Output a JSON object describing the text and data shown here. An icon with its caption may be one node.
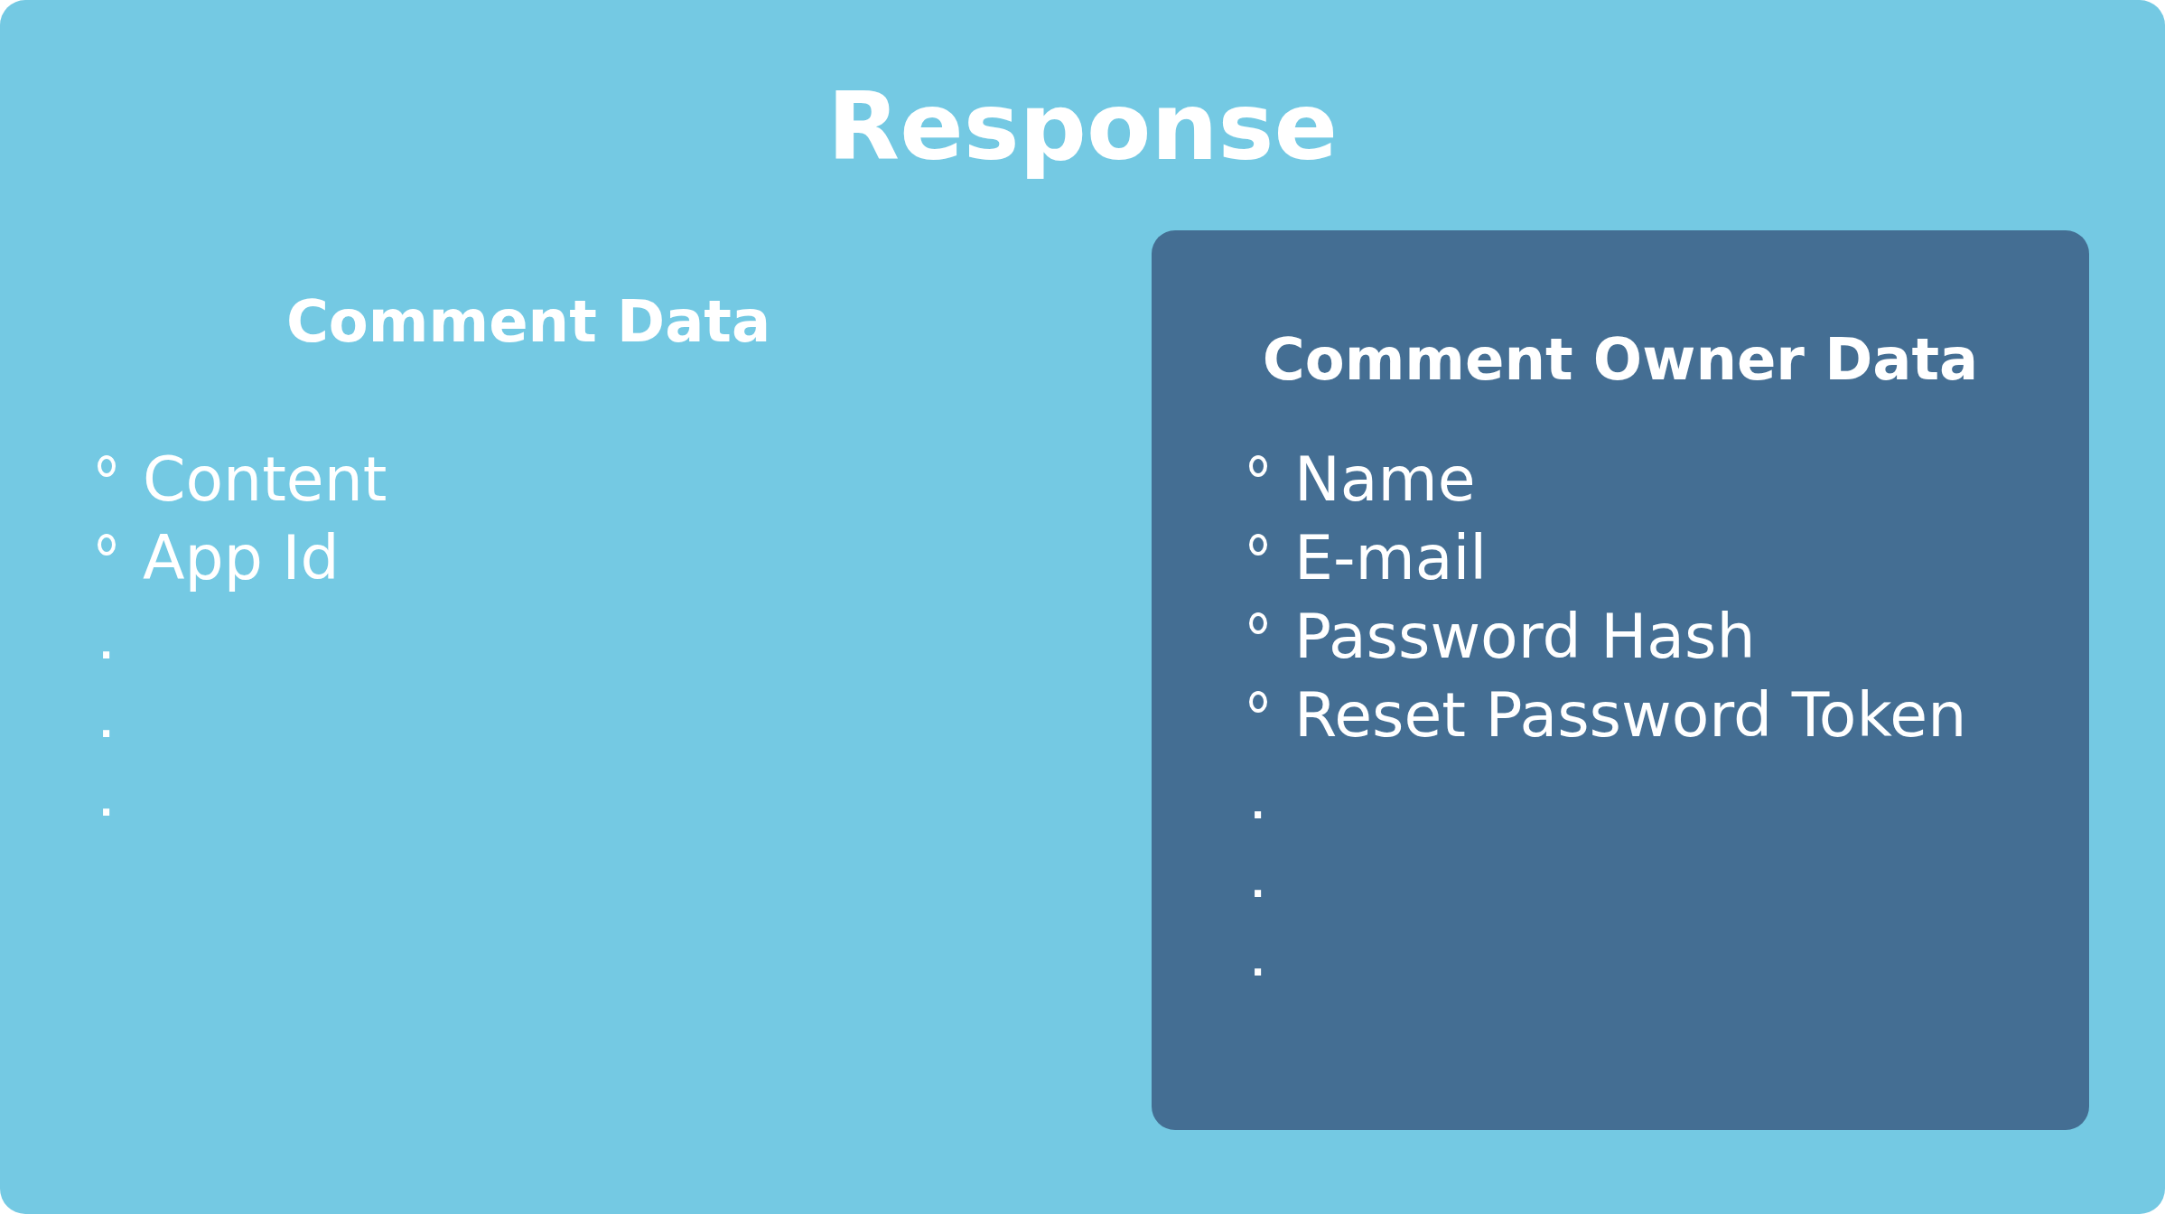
{
  "diagram": {
    "nodes": [
      {
        "text": [
          "Response",
          "Comment Data",
          "Content",
          "App Id"
        ]
      },
      {
        "text": [
          "Comment Owner Data",
          "Name",
          "E-mail",
          "Password Hash",
          "Reset Password Token"
        ],
        "in": 0
      }
    ],
    "labels": [
      ".",
      ".",
      ".",
      ".",
      ".",
      "."
    ]
  }
}
